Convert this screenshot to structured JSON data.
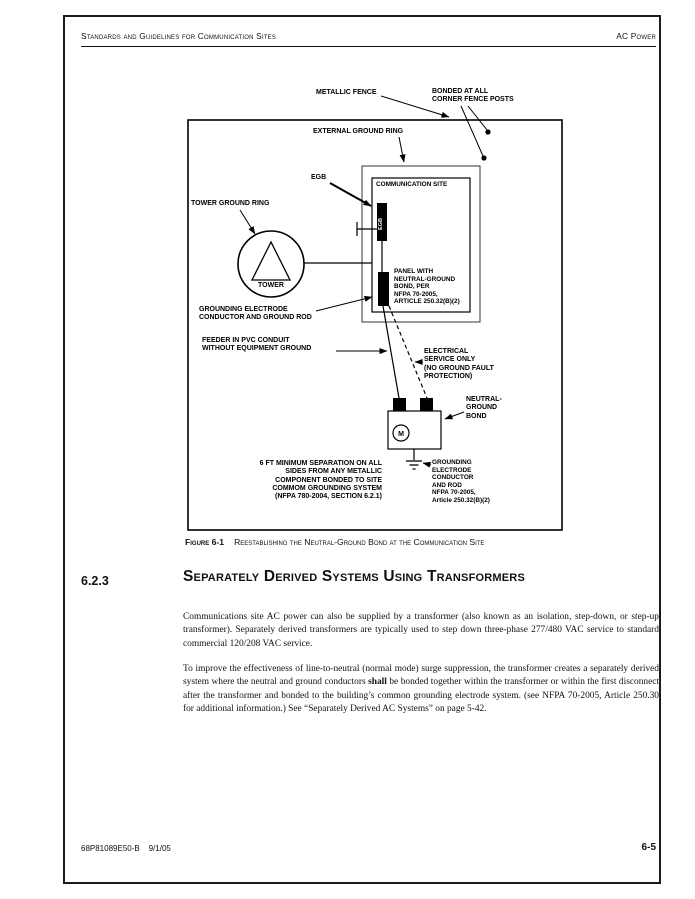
{
  "header": {
    "left": "Standards and Guidelines for Communication Sites",
    "right": "AC Power"
  },
  "footer": {
    "doc_number": "68P81089E50-B    9/1/05",
    "page_number": "6-5"
  },
  "figure": {
    "caption_label": "Figure 6-1",
    "caption_text": "Reestablishing the Neutral-Ground Bond at the Communication Site",
    "labels": {
      "metallic_fence": "METALLIC FENCE",
      "bonded_corner": "BONDED AT ALL\nCORNER FENCE POSTS",
      "external_ground_ring": "EXTERNAL GROUND RING",
      "egb": "EGB",
      "egb_bar": "EGB",
      "communication_site": "COMMUNICATION SITE",
      "tower_ground_ring": "TOWER GROUND RING",
      "tower": "TOWER",
      "panel": "PANEL WITH\nNEUTRAL-GROUND\nBOND, PER\nNFPA 70-2005,\nARTICLE 250.32(B)(2)",
      "grounding_electrode_left": "GROUNDING ELECTRODE\nCONDUCTOR AND GROUND ROD",
      "feeder": "FEEDER IN PVC CONDUIT\nWITHOUT EQUIPMENT GROUND",
      "electrical_service": "ELECTRICAL\nSERVICE ONLY\n(NO GROUND FAULT\nPROTECTION)",
      "neutral_ground_bond": "NEUTRAL-\nGROUND\nBOND",
      "grounding_electrode_right": "GROUNDING\nELECTRODE\nCONDUCTOR\nAND ROD\nNFPA 70-2005,\nArticle 250.32(B)(2)",
      "separation": "6 FT MINIMUM SEPARATION ON ALL\nSIDES FROM ANY METALLIC\nCOMPONENT BONDED TO SITE\nCOMMOM GROUNDING SYSTEM\n(NFPA 780-2004, SECTION 6.2.1)",
      "meter": "M"
    }
  },
  "section": {
    "number": "6.2.3",
    "title": "Separately Derived Systems Using Transformers",
    "para1": "Communications site AC power can also be supplied by a transformer (also known as an isolation, step-down, or step-up transformer). Separately derived transformers are typically used to step down three-phase 277/480 VAC service to standard commercial 120/208 VAC service.",
    "para2_before": "To improve the effectiveness of line-to-neutral (normal mode) surge suppression, the transformer creates a separately derived system where the neutral and ground conductors ",
    "para2_bold": "shall",
    "para2_after": " be bonded together within the transformer or within the first disconnect after the transformer and bonded to the building’s common grounding electrode system. (see NFPA 70-2005, Article 250.30 for additional information.) See “Separately Derived AC Systems” on page 5-42."
  }
}
